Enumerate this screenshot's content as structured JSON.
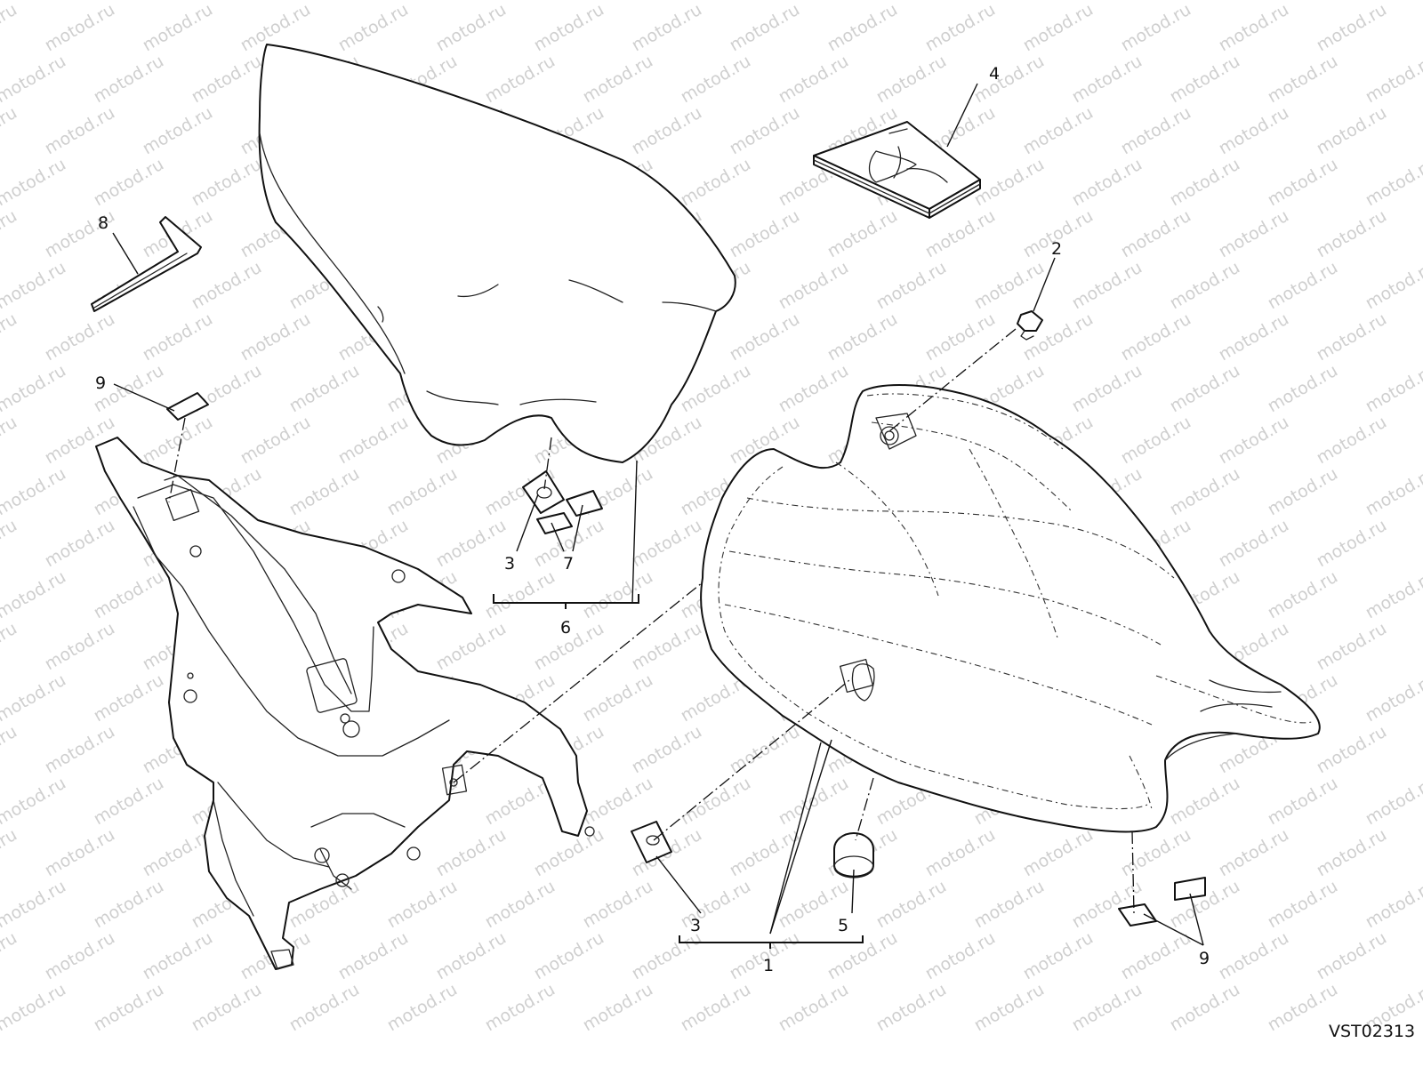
{
  "drawing": {
    "code": "VST02313",
    "watermark": "motod.ru"
  },
  "callouts": {
    "c1": "1",
    "c2": "2",
    "c3a": "3",
    "c3b": "3",
    "c4": "4",
    "c5": "5",
    "c6": "6",
    "c7": "7",
    "c8": "8",
    "c9a": "9",
    "c9b": "9"
  }
}
